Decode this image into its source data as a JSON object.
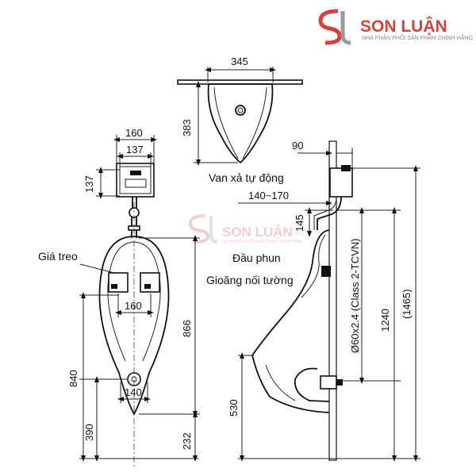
{
  "brand": {
    "name": "SON LUẬN",
    "tagline": "NHÀ PHÂN PHỐI SẢN PHẨM CHÍNH HÃNG",
    "color": "#d4413c"
  },
  "watermark": {
    "name": "SON LUẬN",
    "tagline": "NHÀ PHÂN PHỐI SẢN PHẨM CHÍNH HÃNG",
    "color": "#f2c9c7"
  },
  "dimensions": {
    "top_width": "345",
    "top_depth": "383",
    "valve_width": "160",
    "valve_inner_width": "137",
    "valve_height": "137",
    "bracket_spacing": "160",
    "drain_spacing": "140",
    "height_866": "866",
    "height_840": "840",
    "height_390": "390",
    "height_232": "232",
    "side_90": "90",
    "side_range": "140~170",
    "side_145": "145",
    "pipe_spec": "Ø60x2.4 (Class 2-TCVN)",
    "height_1240": "1240",
    "height_1465": "(1465)",
    "height_530": "530"
  },
  "labels": {
    "auto_valve": "Van xả tự động",
    "hanger": "Giá treo",
    "spray_head": "Đầu phun",
    "wall_gasket": "Gioăng nối tường"
  }
}
